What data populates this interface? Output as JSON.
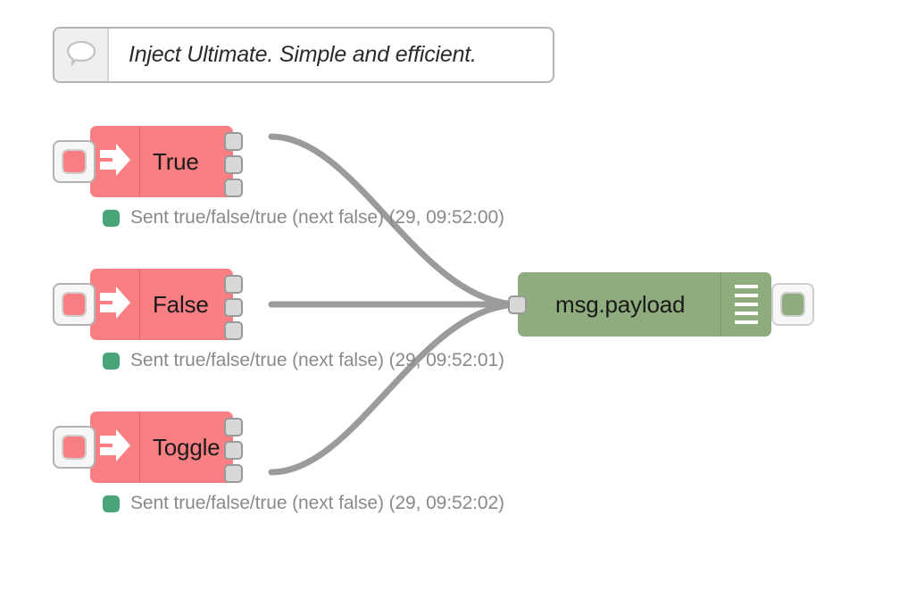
{
  "canvas": {
    "background": "#ffffff",
    "wire_color": "#9b9b9b"
  },
  "comment_node": {
    "icon": "speech-bubble-icon",
    "text": "Inject Ultimate. Simple and efficient."
  },
  "inject_nodes": [
    {
      "label": "True",
      "icon": "inject-arrow-icon",
      "color": "#fa7f82",
      "button_label": "",
      "outputs": 3,
      "wired_port": 0,
      "status": {
        "dot_color": "#4aa47a",
        "text": "Sent true/false/true (next false) (29, 09:52:00)"
      }
    },
    {
      "label": "False",
      "icon": "inject-arrow-icon",
      "color": "#fa7f82",
      "button_label": "",
      "outputs": 3,
      "wired_port": 1,
      "status": {
        "dot_color": "#4aa47a",
        "text": "Sent true/false/true (next false) (29, 09:52:01)"
      }
    },
    {
      "label": "Toggle",
      "icon": "inject-arrow-icon",
      "color": "#fa7f82",
      "button_label": "",
      "outputs": 3,
      "wired_port": 2,
      "status": {
        "dot_color": "#4aa47a",
        "text": "Sent true/false/true (next false) (29, 09:52:02)"
      }
    }
  ],
  "debug_node": {
    "label": "msg.payload",
    "icon": "debug-list-icon",
    "color": "#8eac7e",
    "bars": 5,
    "toggle_button": "debug-toggle-button"
  }
}
